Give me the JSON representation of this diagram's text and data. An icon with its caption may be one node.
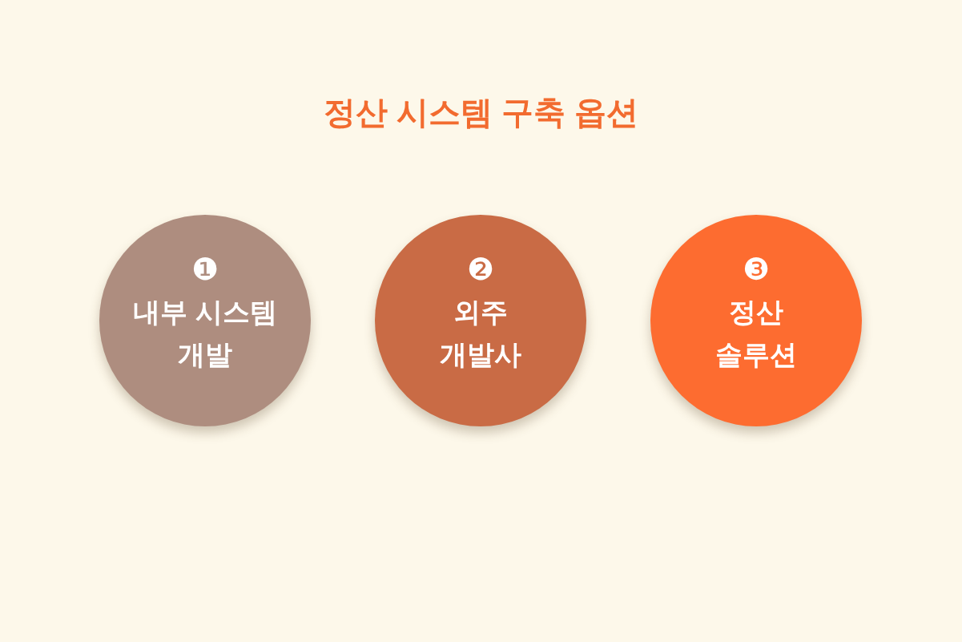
{
  "diagram": {
    "title": "정산 시스템 구축 옵션",
    "nodes": [
      {
        "text": [
          "❶",
          "내부 시스템 개발"
        ]
      },
      {
        "text": [
          "❷",
          "외주 개발사"
        ]
      },
      {
        "text": [
          "❸",
          "정산 솔루션"
        ]
      }
    ]
  }
}
